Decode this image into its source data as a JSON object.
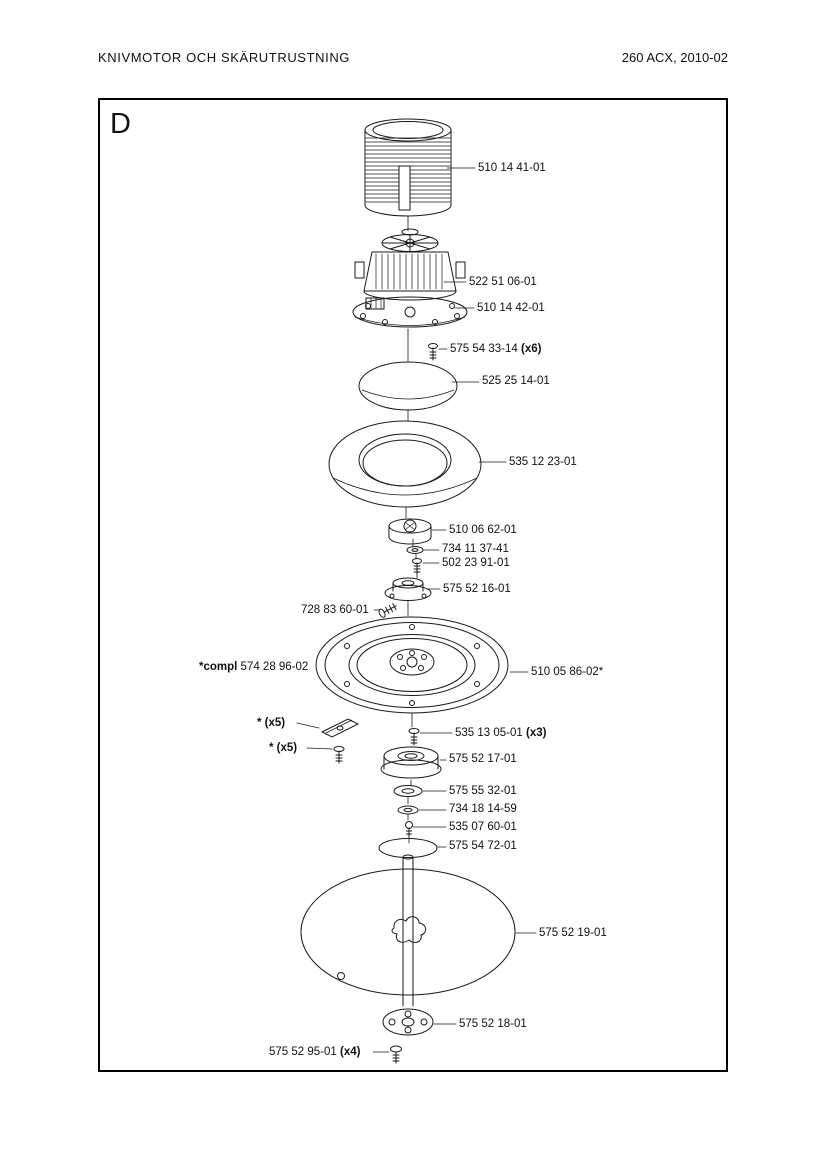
{
  "header": {
    "title": "KNIVMOTOR OCH SKÄRUTRUSTNING",
    "doc_ref": "260 ACX, 2010-02"
  },
  "diagram": {
    "section_letter": "D",
    "labels": [
      {
        "text": "510 14 41-01"
      },
      {
        "text": "522 51 06-01"
      },
      {
        "text": "510 14 42-01"
      },
      {
        "text": "575 54 33-14 ",
        "bold": "(x6)"
      },
      {
        "text": "525 25 14-01"
      },
      {
        "text": "535 12 23-01"
      },
      {
        "text": "510 06 62-01"
      },
      {
        "text": "734 11 37-41"
      },
      {
        "text": "502 23 91-01"
      },
      {
        "text": "575 52 16-01"
      },
      {
        "text": "728 83 60-01"
      },
      {
        "bold_prefix": "*compl ",
        "text": "574 28 96-02"
      },
      {
        "text": "510 05 86-02*"
      },
      {
        "bold_prefix": "* ",
        "bold": "(x5)"
      },
      {
        "bold_prefix": "* ",
        "bold": "(x5)"
      },
      {
        "text": "535 13 05-01 ",
        "bold": "(x3)"
      },
      {
        "text": "575 52 17-01"
      },
      {
        "text": "575 55 32-01"
      },
      {
        "text": "734 18 14-59"
      },
      {
        "text": "535 07 60-01"
      },
      {
        "text": "575 54 72-01"
      },
      {
        "text": "575 52 19-01"
      },
      {
        "text": "575 52 18-01"
      },
      {
        "text": "575 52 95-01 ",
        "bold": "(x4)"
      }
    ]
  }
}
